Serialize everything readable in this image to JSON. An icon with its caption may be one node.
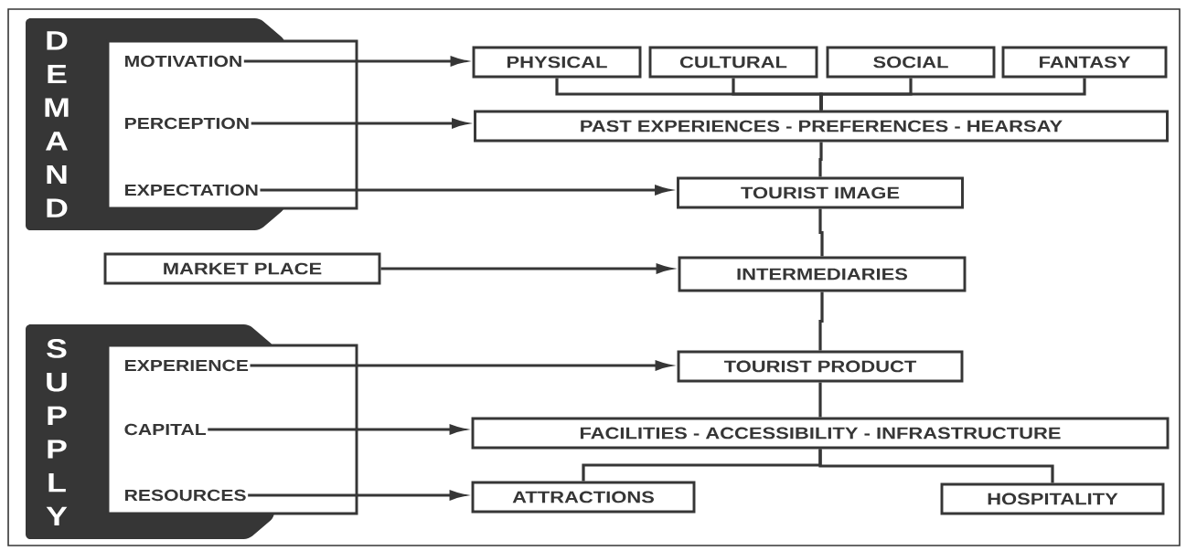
{
  "diagram": {
    "nodes": [
      {
        "text": [
          "DEMAND"
        ]
      },
      {
        "text": [
          "MOTIVATION"
        ],
        "in": 0
      },
      {
        "text": [
          "PERCEPTION"
        ],
        "in": 0
      },
      {
        "text": [
          "EXPECTATION"
        ],
        "in": 0
      },
      {
        "text": [
          "PHYSICAL"
        ]
      },
      {
        "text": [
          "CULTURAL"
        ]
      },
      {
        "text": [
          "SOCIAL"
        ]
      },
      {
        "text": [
          "FANTASY"
        ]
      },
      {
        "text": [
          "PAST EXPERIENCES - PREFERENCES - HEARSAY"
        ]
      },
      {
        "text": [
          "TOURIST IMAGE"
        ]
      },
      {
        "text": [
          "MARKET PLACE"
        ]
      },
      {
        "text": [
          "INTERMEDIARIES"
        ]
      },
      {
        "text": [
          "SUPPLY"
        ]
      },
      {
        "text": [
          "EXPERIENCE"
        ],
        "in": 12
      },
      {
        "text": [
          "CAPITAL"
        ],
        "in": 12
      },
      {
        "text": [
          "RESOURCES"
        ],
        "in": 12
      },
      {
        "text": [
          "TOURIST PRODUCT"
        ]
      },
      {
        "text": [
          "FACILITIES - ACCESSIBILITY - INFRASTRUCTURE"
        ]
      },
      {
        "text": [
          "ATTRACTIONS"
        ]
      },
      {
        "text": [
          "HOSPITALITY"
        ]
      }
    ],
    "edges": [
      {
        "from": 1,
        "to": 4,
        "arrow": "to"
      },
      {
        "from": 2,
        "to": 8,
        "arrow": "to"
      },
      {
        "from": 3,
        "to": 9,
        "arrow": "to"
      },
      {
        "from": 10,
        "to": 11,
        "arrow": "to"
      },
      {
        "from": 13,
        "to": 16,
        "arrow": "to"
      },
      {
        "from": 14,
        "to": 17,
        "arrow": "to"
      },
      {
        "from": 15,
        "to": 18,
        "arrow": "to"
      },
      {
        "from": 4,
        "to": 8,
        "arrow": "none"
      },
      {
        "from": 5,
        "to": 8,
        "arrow": "none"
      },
      {
        "from": 6,
        "to": 8,
        "arrow": "none"
      },
      {
        "from": 7,
        "to": 8,
        "arrow": "none"
      },
      {
        "from": 8,
        "to": 9,
        "arrow": "none"
      },
      {
        "from": 9,
        "to": 11,
        "arrow": "none"
      },
      {
        "from": 11,
        "to": 16,
        "arrow": "none"
      },
      {
        "from": 16,
        "to": 17,
        "arrow": "none"
      },
      {
        "from": 17,
        "to": 18,
        "arrow": "none"
      },
      {
        "from": 17,
        "to": 19,
        "arrow": "none"
      }
    ]
  }
}
